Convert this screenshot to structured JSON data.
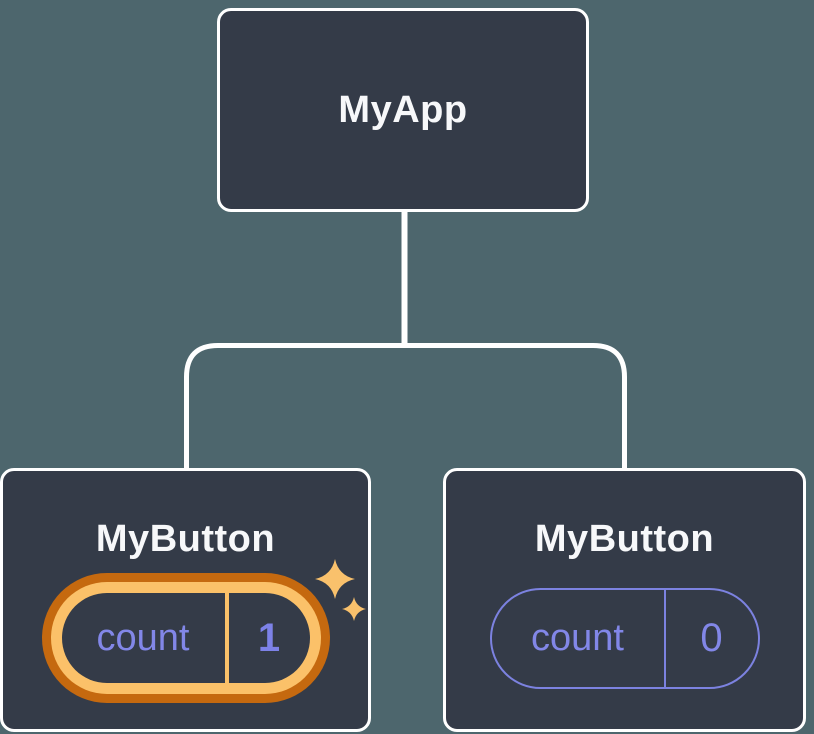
{
  "diagram": {
    "title": "react-component-tree-state-diagram",
    "colors": {
      "background": "#4d666d",
      "node_fill": "#343b48",
      "node_border": "#ffffff",
      "connector": "#ffffff",
      "state_purple": "#8287e8",
      "highlight_gold_light": "#fbc169",
      "highlight_orange_dark": "#c5690f"
    },
    "root": {
      "label": "MyApp"
    },
    "children": [
      {
        "label": "MyButton",
        "highlighted": true,
        "state": {
          "name": "count",
          "value": "1"
        }
      },
      {
        "label": "MyButton",
        "highlighted": false,
        "state": {
          "name": "count",
          "value": "0"
        }
      }
    ]
  }
}
